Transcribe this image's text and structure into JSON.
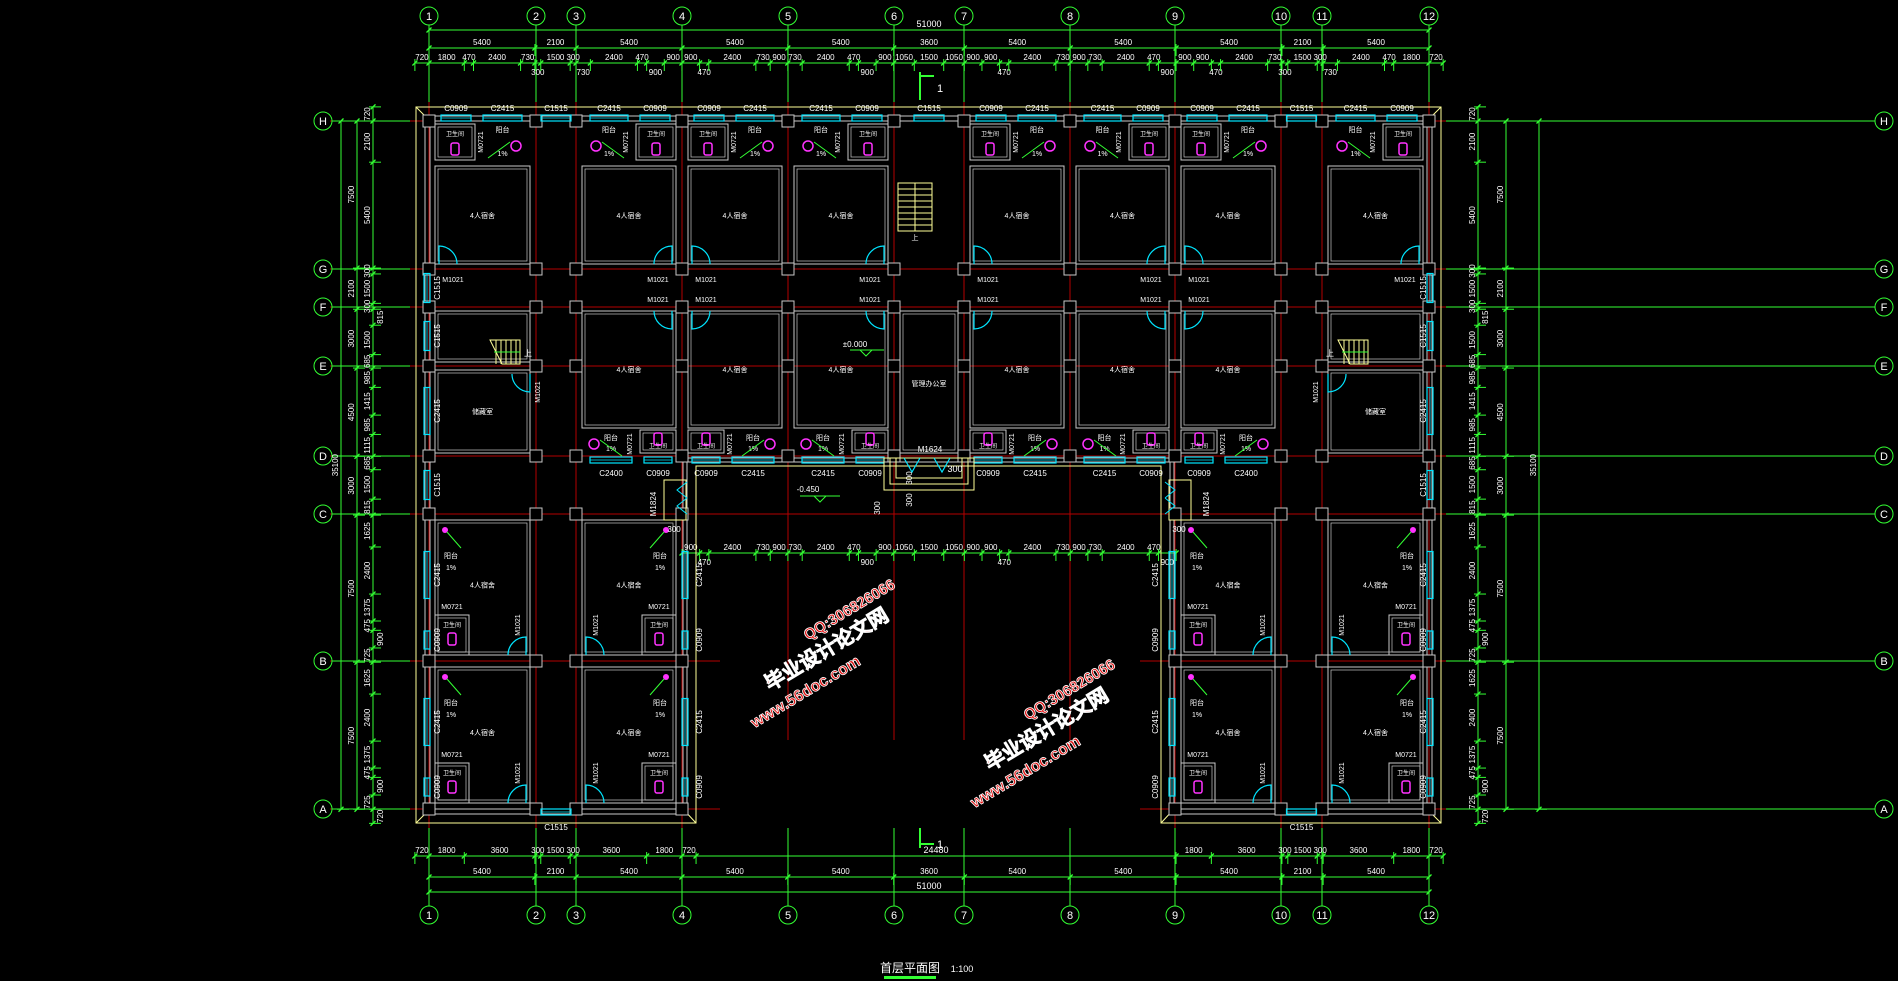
{
  "drawing": {
    "title": "首层平面图",
    "scale": "1:100",
    "section_mark": "1"
  },
  "axes": {
    "x": [
      "1",
      "2",
      "3",
      "4",
      "5",
      "6",
      "7",
      "8",
      "9",
      "10",
      "11",
      "12"
    ],
    "y": [
      "H",
      "G",
      "F",
      "E",
      "D",
      "C",
      "B",
      "A"
    ]
  },
  "dimensions": {
    "top_total": [
      "51000"
    ],
    "top_spans": [
      "5400",
      "2100",
      "5400",
      "5400",
      "5400",
      "3600",
      "5400",
      "5400",
      "5400",
      "2100",
      "5400"
    ],
    "top_detail": [
      "720",
      "1800",
      "470",
      "2400",
      "730",
      "300",
      "1500",
      "300",
      "730",
      "2400",
      "470",
      "900",
      "900",
      "900",
      "470",
      "2400",
      "730",
      "900",
      "730",
      "2400",
      "470",
      "900",
      "900",
      "1050",
      "1500",
      "1050",
      "900",
      "900",
      "470",
      "2400",
      "730",
      "900",
      "730",
      "2400",
      "470",
      "900",
      "900",
      "900",
      "470",
      "2400",
      "730",
      "300",
      "1500",
      "300",
      "730",
      "2400",
      "470",
      "1800",
      "720"
    ],
    "courtyard_detail": [
      "900",
      "470",
      "2400",
      "730",
      "900",
      "730",
      "2400",
      "470",
      "900",
      "900",
      "1050",
      "1500",
      "1050",
      "900",
      "900",
      "470",
      "2400",
      "730",
      "900",
      "730",
      "2400",
      "470",
      "900"
    ],
    "bottom_detail": [
      "720",
      "1800",
      "3600",
      "300",
      "1500",
      "300",
      "3600",
      "1800",
      "720",
      "24480",
      "1800",
      "3600",
      "300",
      "1500",
      "300",
      "3600",
      "1800",
      "720"
    ],
    "bottom_spans": [
      "5400",
      "2100",
      "5400",
      "5400",
      "5400",
      "3600",
      "5400",
      "5400",
      "5400",
      "2100",
      "5400"
    ],
    "bottom_total": [
      "51000"
    ],
    "left_total": [
      "35100"
    ],
    "left_spans": [
      "7500",
      "2100",
      "3000",
      "4500",
      "3000",
      "7500",
      "7500"
    ],
    "left_detail": [
      "720",
      "2100",
      "5400",
      "300",
      "1500",
      "300",
      "815",
      "1500",
      "685",
      "985",
      "1415",
      "985",
      "1115",
      "685",
      "1500",
      "815",
      "1625",
      "2400",
      "1375",
      "475",
      "900",
      "725",
      "1625",
      "2400",
      "1375",
      "475",
      "900",
      "725",
      "720"
    ],
    "right_total": [
      "35100"
    ],
    "right_spans": [
      "7500",
      "2100",
      "3000",
      "4500",
      "3000",
      "7500",
      "7500"
    ],
    "right_detail": [
      "720",
      "2100",
      "5400",
      "300",
      "1500",
      "300",
      "815",
      "1500",
      "685",
      "985",
      "1415",
      "985",
      "1115",
      "685",
      "1500",
      "815",
      "1625",
      "2400",
      "1375",
      "475",
      "900",
      "725",
      "1625",
      "2400",
      "1375",
      "475",
      "900",
      "725",
      "720"
    ]
  },
  "rooms": {
    "dorm": "4人宿舍",
    "bath": "卫生间",
    "balcony": "阳台",
    "slope": "1%",
    "stair_up": "上",
    "storage": "储藏室",
    "office": "管理办公室"
  },
  "doors": {
    "room": "M1021",
    "bath": "M0721",
    "entry": "M1624",
    "side_entry": "M1824"
  },
  "windows": {
    "top": [
      "C0909",
      "C2415",
      "C1515",
      "C2415",
      "C0909",
      "C0909",
      "C2415",
      "C2415",
      "C0909",
      "C1515",
      "C0909",
      "C2415",
      "C2415",
      "C0909",
      "C0909",
      "C2415",
      "C1515",
      "C2415",
      "C0909"
    ],
    "left": [
      "C1515",
      "C1515",
      "C2415",
      "C1515",
      "C2415",
      "C0909",
      "C2415",
      "C0909"
    ],
    "right": [
      "C1515",
      "C1515",
      "C2415",
      "C1515",
      "C2415",
      "C0909",
      "C2415",
      "C0909"
    ],
    "wing_inner_left": [
      "C2415",
      "C0909",
      "C2415",
      "C0909"
    ],
    "wing_inner_right": [
      "C2415",
      "C0909",
      "C2415",
      "C0909"
    ],
    "courtyard": [
      "C2400",
      "C0909",
      "C0909",
      "C2415",
      "C2415",
      "C0909",
      "C0909",
      "C2415",
      "C2415",
      "C0909",
      "C0909",
      "C2400"
    ],
    "bottom": [
      "C1515",
      "C1515"
    ]
  },
  "levels": {
    "interior": "±0.000",
    "exterior": "-0.450"
  },
  "porch_dims": [
    "300",
    "300",
    "300",
    "300",
    "300",
    "300"
  ],
  "watermark": {
    "site": "毕业设计论文网",
    "url": "www.56doc.com",
    "qq": "QQ:306826066"
  },
  "colors": {
    "background": "#000000",
    "dimension": "#33ff33",
    "axis": "#b40000",
    "wall": "#c8c8c8",
    "window": "#00e5ff",
    "outline": "#ffff99",
    "fixture": "#ff33ff",
    "watermark": "#e01010"
  }
}
